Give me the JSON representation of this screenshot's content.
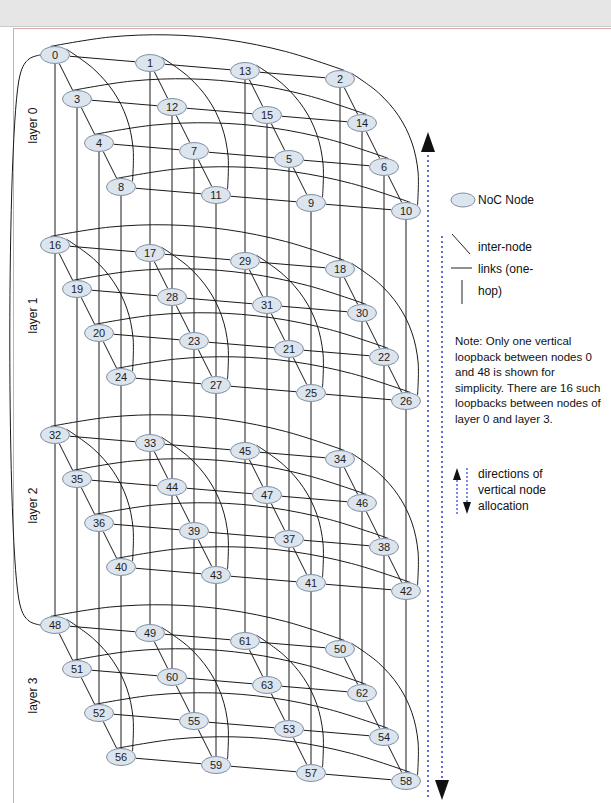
{
  "diagram": {
    "nodes": [
      {
        "text": [
          "0"
        ]
      },
      {
        "text": [
          "1"
        ]
      },
      {
        "text": [
          "2"
        ]
      },
      {
        "text": [
          "3"
        ]
      },
      {
        "text": [
          "4"
        ]
      },
      {
        "text": [
          "5"
        ]
      },
      {
        "text": [
          "6"
        ]
      },
      {
        "text": [
          "7"
        ]
      },
      {
        "text": [
          "8"
        ]
      },
      {
        "text": [
          "9"
        ]
      },
      {
        "text": [
          "10"
        ]
      },
      {
        "text": [
          "11"
        ]
      },
      {
        "text": [
          "12"
        ]
      },
      {
        "text": [
          "13"
        ]
      },
      {
        "text": [
          "14"
        ]
      },
      {
        "text": [
          "15"
        ]
      },
      {
        "text": [
          "16"
        ]
      },
      {
        "text": [
          "17"
        ]
      },
      {
        "text": [
          "18"
        ]
      },
      {
        "text": [
          "19"
        ]
      },
      {
        "text": [
          "20"
        ]
      },
      {
        "text": [
          "21"
        ]
      },
      {
        "text": [
          "22"
        ]
      },
      {
        "text": [
          "23"
        ]
      },
      {
        "text": [
          "24"
        ]
      },
      {
        "text": [
          "25"
        ]
      },
      {
        "text": [
          "26"
        ]
      },
      {
        "text": [
          "27"
        ]
      },
      {
        "text": [
          "28"
        ]
      },
      {
        "text": [
          "29"
        ]
      },
      {
        "text": [
          "30"
        ]
      },
      {
        "text": [
          "31"
        ]
      },
      {
        "text": [
          "32"
        ]
      },
      {
        "text": [
          "33"
        ]
      },
      {
        "text": [
          "34"
        ]
      },
      {
        "text": [
          "35"
        ]
      },
      {
        "text": [
          "36"
        ]
      },
      {
        "text": [
          "37"
        ]
      },
      {
        "text": [
          "38"
        ]
      },
      {
        "text": [
          "39"
        ]
      },
      {
        "text": [
          "40"
        ]
      },
      {
        "text": [
          "41"
        ]
      },
      {
        "text": [
          "42"
        ]
      },
      {
        "text": [
          "43"
        ]
      },
      {
        "text": [
          "44"
        ]
      },
      {
        "text": [
          "45"
        ]
      },
      {
        "text": [
          "46"
        ]
      },
      {
        "text": [
          "47"
        ]
      },
      {
        "text": [
          "48"
        ]
      },
      {
        "text": [
          "49"
        ]
      },
      {
        "text": [
          "50"
        ]
      },
      {
        "text": [
          "51"
        ]
      },
      {
        "text": [
          "52"
        ]
      },
      {
        "text": [
          "53"
        ]
      },
      {
        "text": [
          "54"
        ]
      },
      {
        "text": [
          "55"
        ]
      },
      {
        "text": [
          "56"
        ]
      },
      {
        "text": [
          "57"
        ]
      },
      {
        "text": [
          "58"
        ]
      },
      {
        "text": [
          "59"
        ]
      },
      {
        "text": [
          "60"
        ]
      },
      {
        "text": [
          "61"
        ]
      },
      {
        "text": [
          "62"
        ]
      },
      {
        "text": [
          "63"
        ]
      }
    ],
    "edges": [
      {
        "from": 0,
        "to": 1,
        "arrow": "none"
      },
      {
        "from": 1,
        "to": 13,
        "arrow": "none"
      },
      {
        "from": 13,
        "to": 2,
        "arrow": "none"
      },
      {
        "from": 0,
        "to": 2,
        "arrow": "none"
      },
      {
        "from": 3,
        "to": 12,
        "arrow": "none"
      },
      {
        "from": 12,
        "to": 15,
        "arrow": "none"
      },
      {
        "from": 15,
        "to": 14,
        "arrow": "none"
      },
      {
        "from": 3,
        "to": 14,
        "arrow": "none"
      },
      {
        "from": 4,
        "to": 7,
        "arrow": "none"
      },
      {
        "from": 7,
        "to": 5,
        "arrow": "none"
      },
      {
        "from": 5,
        "to": 6,
        "arrow": "none"
      },
      {
        "from": 4,
        "to": 6,
        "arrow": "none"
      },
      {
        "from": 8,
        "to": 11,
        "arrow": "none"
      },
      {
        "from": 11,
        "to": 9,
        "arrow": "none"
      },
      {
        "from": 9,
        "to": 10,
        "arrow": "none"
      },
      {
        "from": 8,
        "to": 10,
        "arrow": "none"
      },
      {
        "from": 0,
        "to": 3,
        "arrow": "none"
      },
      {
        "from": 3,
        "to": 4,
        "arrow": "none"
      },
      {
        "from": 4,
        "to": 8,
        "arrow": "none"
      },
      {
        "from": 0,
        "to": 8,
        "arrow": "none"
      },
      {
        "from": 1,
        "to": 12,
        "arrow": "none"
      },
      {
        "from": 12,
        "to": 7,
        "arrow": "none"
      },
      {
        "from": 7,
        "to": 11,
        "arrow": "none"
      },
      {
        "from": 1,
        "to": 11,
        "arrow": "none"
      },
      {
        "from": 13,
        "to": 15,
        "arrow": "none"
      },
      {
        "from": 15,
        "to": 5,
        "arrow": "none"
      },
      {
        "from": 5,
        "to": 9,
        "arrow": "none"
      },
      {
        "from": 13,
        "to": 9,
        "arrow": "none"
      },
      {
        "from": 2,
        "to": 14,
        "arrow": "none"
      },
      {
        "from": 14,
        "to": 6,
        "arrow": "none"
      },
      {
        "from": 6,
        "to": 10,
        "arrow": "none"
      },
      {
        "from": 2,
        "to": 10,
        "arrow": "none"
      },
      {
        "from": 16,
        "to": 17,
        "arrow": "none"
      },
      {
        "from": 17,
        "to": 29,
        "arrow": "none"
      },
      {
        "from": 29,
        "to": 18,
        "arrow": "none"
      },
      {
        "from": 16,
        "to": 18,
        "arrow": "none"
      },
      {
        "from": 19,
        "to": 28,
        "arrow": "none"
      },
      {
        "from": 28,
        "to": 31,
        "arrow": "none"
      },
      {
        "from": 31,
        "to": 30,
        "arrow": "none"
      },
      {
        "from": 19,
        "to": 30,
        "arrow": "none"
      },
      {
        "from": 20,
        "to": 23,
        "arrow": "none"
      },
      {
        "from": 23,
        "to": 21,
        "arrow": "none"
      },
      {
        "from": 21,
        "to": 22,
        "arrow": "none"
      },
      {
        "from": 20,
        "to": 22,
        "arrow": "none"
      },
      {
        "from": 24,
        "to": 27,
        "arrow": "none"
      },
      {
        "from": 27,
        "to": 25,
        "arrow": "none"
      },
      {
        "from": 25,
        "to": 26,
        "arrow": "none"
      },
      {
        "from": 24,
        "to": 26,
        "arrow": "none"
      },
      {
        "from": 16,
        "to": 19,
        "arrow": "none"
      },
      {
        "from": 19,
        "to": 20,
        "arrow": "none"
      },
      {
        "from": 20,
        "to": 24,
        "arrow": "none"
      },
      {
        "from": 16,
        "to": 24,
        "arrow": "none"
      },
      {
        "from": 17,
        "to": 28,
        "arrow": "none"
      },
      {
        "from": 28,
        "to": 23,
        "arrow": "none"
      },
      {
        "from": 23,
        "to": 27,
        "arrow": "none"
      },
      {
        "from": 17,
        "to": 27,
        "arrow": "none"
      },
      {
        "from": 29,
        "to": 31,
        "arrow": "none"
      },
      {
        "from": 31,
        "to": 21,
        "arrow": "none"
      },
      {
        "from": 21,
        "to": 25,
        "arrow": "none"
      },
      {
        "from": 29,
        "to": 25,
        "arrow": "none"
      },
      {
        "from": 18,
        "to": 30,
        "arrow": "none"
      },
      {
        "from": 30,
        "to": 22,
        "arrow": "none"
      },
      {
        "from": 22,
        "to": 26,
        "arrow": "none"
      },
      {
        "from": 18,
        "to": 26,
        "arrow": "none"
      },
      {
        "from": 32,
        "to": 33,
        "arrow": "none"
      },
      {
        "from": 33,
        "to": 45,
        "arrow": "none"
      },
      {
        "from": 45,
        "to": 34,
        "arrow": "none"
      },
      {
        "from": 32,
        "to": 34,
        "arrow": "none"
      },
      {
        "from": 35,
        "to": 44,
        "arrow": "none"
      },
      {
        "from": 44,
        "to": 47,
        "arrow": "none"
      },
      {
        "from": 47,
        "to": 46,
        "arrow": "none"
      },
      {
        "from": 35,
        "to": 46,
        "arrow": "none"
      },
      {
        "from": 36,
        "to": 39,
        "arrow": "none"
      },
      {
        "from": 39,
        "to": 37,
        "arrow": "none"
      },
      {
        "from": 37,
        "to": 38,
        "arrow": "none"
      },
      {
        "from": 36,
        "to": 38,
        "arrow": "none"
      },
      {
        "from": 40,
        "to": 43,
        "arrow": "none"
      },
      {
        "from": 43,
        "to": 41,
        "arrow": "none"
      },
      {
        "from": 41,
        "to": 42,
        "arrow": "none"
      },
      {
        "from": 40,
        "to": 42,
        "arrow": "none"
      },
      {
        "from": 32,
        "to": 35,
        "arrow": "none"
      },
      {
        "from": 35,
        "to": 36,
        "arrow": "none"
      },
      {
        "from": 36,
        "to": 40,
        "arrow": "none"
      },
      {
        "from": 32,
        "to": 40,
        "arrow": "none"
      },
      {
        "from": 33,
        "to": 44,
        "arrow": "none"
      },
      {
        "from": 44,
        "to": 39,
        "arrow": "none"
      },
      {
        "from": 39,
        "to": 43,
        "arrow": "none"
      },
      {
        "from": 33,
        "to": 43,
        "arrow": "none"
      },
      {
        "from": 45,
        "to": 47,
        "arrow": "none"
      },
      {
        "from": 47,
        "to": 37,
        "arrow": "none"
      },
      {
        "from": 37,
        "to": 41,
        "arrow": "none"
      },
      {
        "from": 45,
        "to": 41,
        "arrow": "none"
      },
      {
        "from": 34,
        "to": 46,
        "arrow": "none"
      },
      {
        "from": 46,
        "to": 38,
        "arrow": "none"
      },
      {
        "from": 38,
        "to": 42,
        "arrow": "none"
      },
      {
        "from": 34,
        "to": 42,
        "arrow": "none"
      },
      {
        "from": 48,
        "to": 49,
        "arrow": "none"
      },
      {
        "from": 49,
        "to": 61,
        "arrow": "none"
      },
      {
        "from": 61,
        "to": 50,
        "arrow": "none"
      },
      {
        "from": 48,
        "to": 50,
        "arrow": "none"
      },
      {
        "from": 51,
        "to": 60,
        "arrow": "none"
      },
      {
        "from": 60,
        "to": 63,
        "arrow": "none"
      },
      {
        "from": 63,
        "to": 62,
        "arrow": "none"
      },
      {
        "from": 51,
        "to": 62,
        "arrow": "none"
      },
      {
        "from": 52,
        "to": 55,
        "arrow": "none"
      },
      {
        "from": 55,
        "to": 53,
        "arrow": "none"
      },
      {
        "from": 53,
        "to": 54,
        "arrow": "none"
      },
      {
        "from": 52,
        "to": 54,
        "arrow": "none"
      },
      {
        "from": 56,
        "to": 59,
        "arrow": "none"
      },
      {
        "from": 59,
        "to": 57,
        "arrow": "none"
      },
      {
        "from": 57,
        "to": 58,
        "arrow": "none"
      },
      {
        "from": 56,
        "to": 58,
        "arrow": "none"
      },
      {
        "from": 48,
        "to": 51,
        "arrow": "none"
      },
      {
        "from": 51,
        "to": 52,
        "arrow": "none"
      },
      {
        "from": 52,
        "to": 56,
        "arrow": "none"
      },
      {
        "from": 48,
        "to": 56,
        "arrow": "none"
      },
      {
        "from": 49,
        "to": 60,
        "arrow": "none"
      },
      {
        "from": 60,
        "to": 55,
        "arrow": "none"
      },
      {
        "from": 55,
        "to": 59,
        "arrow": "none"
      },
      {
        "from": 49,
        "to": 59,
        "arrow": "none"
      },
      {
        "from": 61,
        "to": 63,
        "arrow": "none"
      },
      {
        "from": 63,
        "to": 53,
        "arrow": "none"
      },
      {
        "from": 53,
        "to": 57,
        "arrow": "none"
      },
      {
        "from": 61,
        "to": 57,
        "arrow": "none"
      },
      {
        "from": 50,
        "to": 62,
        "arrow": "none"
      },
      {
        "from": 62,
        "to": 54,
        "arrow": "none"
      },
      {
        "from": 54,
        "to": 58,
        "arrow": "none"
      },
      {
        "from": 50,
        "to": 58,
        "arrow": "none"
      },
      {
        "from": 0,
        "to": 16,
        "arrow": "none"
      },
      {
        "from": 1,
        "to": 17,
        "arrow": "none"
      },
      {
        "from": 2,
        "to": 18,
        "arrow": "none"
      },
      {
        "from": 3,
        "to": 19,
        "arrow": "none"
      },
      {
        "from": 4,
        "to": 20,
        "arrow": "none"
      },
      {
        "from": 5,
        "to": 21,
        "arrow": "none"
      },
      {
        "from": 6,
        "to": 22,
        "arrow": "none"
      },
      {
        "from": 7,
        "to": 23,
        "arrow": "none"
      },
      {
        "from": 8,
        "to": 24,
        "arrow": "none"
      },
      {
        "from": 9,
        "to": 25,
        "arrow": "none"
      },
      {
        "from": 10,
        "to": 26,
        "arrow": "none"
      },
      {
        "from": 11,
        "to": 27,
        "arrow": "none"
      },
      {
        "from": 12,
        "to": 28,
        "arrow": "none"
      },
      {
        "from": 13,
        "to": 29,
        "arrow": "none"
      },
      {
        "from": 14,
        "to": 30,
        "arrow": "none"
      },
      {
        "from": 15,
        "to": 31,
        "arrow": "none"
      },
      {
        "from": 16,
        "to": 32,
        "arrow": "none"
      },
      {
        "from": 17,
        "to": 33,
        "arrow": "none"
      },
      {
        "from": 18,
        "to": 34,
        "arrow": "none"
      },
      {
        "from": 19,
        "to": 35,
        "arrow": "none"
      },
      {
        "from": 20,
        "to": 36,
        "arrow": "none"
      },
      {
        "from": 21,
        "to": 37,
        "arrow": "none"
      },
      {
        "from": 22,
        "to": 38,
        "arrow": "none"
      },
      {
        "from": 23,
        "to": 39,
        "arrow": "none"
      },
      {
        "from": 24,
        "to": 40,
        "arrow": "none"
      },
      {
        "from": 25,
        "to": 41,
        "arrow": "none"
      },
      {
        "from": 26,
        "to": 42,
        "arrow": "none"
      },
      {
        "from": 27,
        "to": 43,
        "arrow": "none"
      },
      {
        "from": 28,
        "to": 44,
        "arrow": "none"
      },
      {
        "from": 29,
        "to": 45,
        "arrow": "none"
      },
      {
        "from": 30,
        "to": 46,
        "arrow": "none"
      },
      {
        "from": 31,
        "to": 47,
        "arrow": "none"
      },
      {
        "from": 32,
        "to": 48,
        "arrow": "none"
      },
      {
        "from": 33,
        "to": 49,
        "arrow": "none"
      },
      {
        "from": 34,
        "to": 50,
        "arrow": "none"
      },
      {
        "from": 35,
        "to": 51,
        "arrow": "none"
      },
      {
        "from": 36,
        "to": 52,
        "arrow": "none"
      },
      {
        "from": 37,
        "to": 53,
        "arrow": "none"
      },
      {
        "from": 38,
        "to": 54,
        "arrow": "none"
      },
      {
        "from": 39,
        "to": 55,
        "arrow": "none"
      },
      {
        "from": 40,
        "to": 56,
        "arrow": "none"
      },
      {
        "from": 41,
        "to": 57,
        "arrow": "none"
      },
      {
        "from": 42,
        "to": 58,
        "arrow": "none"
      },
      {
        "from": 43,
        "to": 59,
        "arrow": "none"
      },
      {
        "from": 44,
        "to": 60,
        "arrow": "none"
      },
      {
        "from": 45,
        "to": 61,
        "arrow": "none"
      },
      {
        "from": 46,
        "to": 62,
        "arrow": "none"
      },
      {
        "from": 47,
        "to": 63,
        "arrow": "none"
      },
      {
        "from": 0,
        "to": 48,
        "arrow": "none"
      }
    ],
    "labels": [
      "layer 0",
      "layer 1",
      "layer 2",
      "layer 3",
      "Note: Only one vertical loopback between nodes 0 and 48 is shown for simplicity. There are 16 such loopbacks between nodes of layer 0 and layer 3."
    ],
    "legend": [
      {
        "text": "NoC Node"
      },
      {
        "text": "inter-node links (one-hop)"
      },
      {
        "text": "directions of vertical node allocation"
      }
    ]
  }
}
